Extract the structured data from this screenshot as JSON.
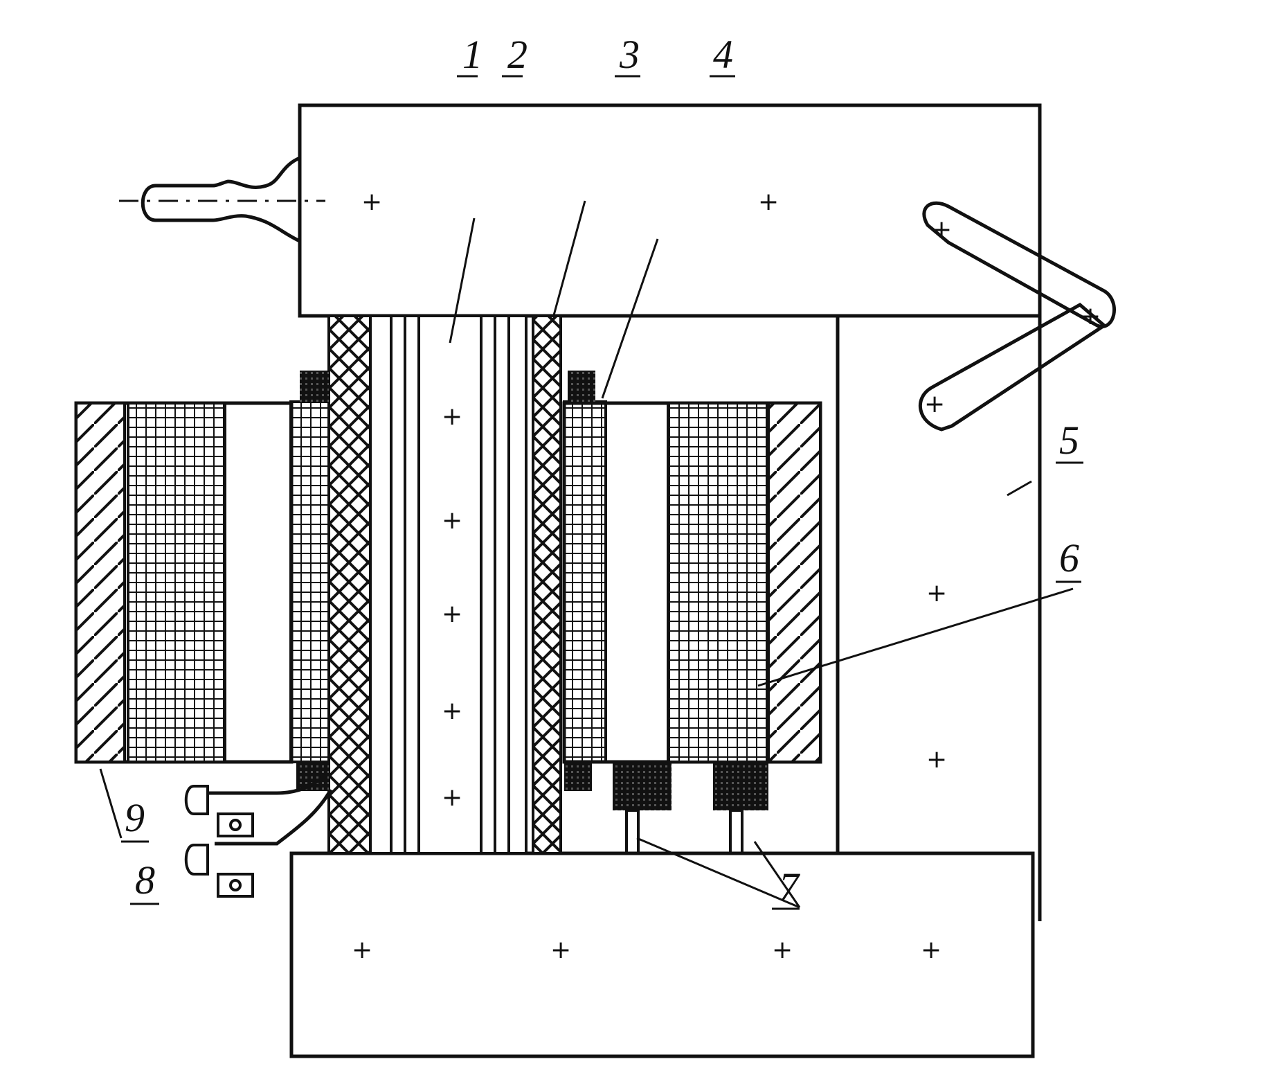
{
  "labels": {
    "l1": "1",
    "l2": "2",
    "l3": "3",
    "l4": "4",
    "l5": "5",
    "l6": "6",
    "l7": "7",
    "l8": "8",
    "l9": "9"
  },
  "marks": {
    "plus": "+"
  },
  "colors": {
    "ink": "#111111",
    "paper": "#ffffff"
  }
}
